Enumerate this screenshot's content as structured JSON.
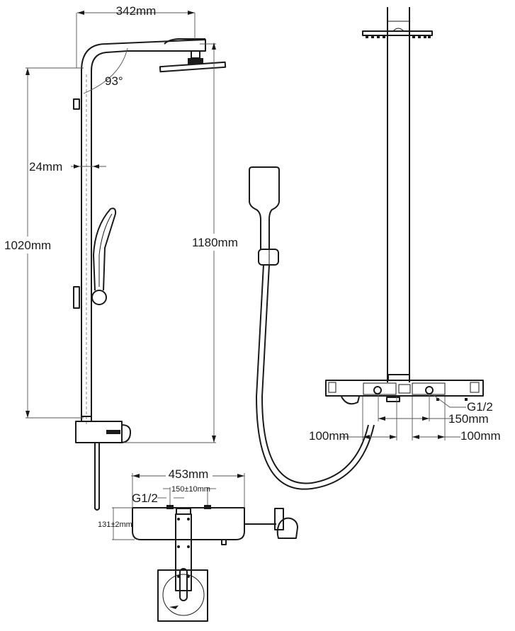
{
  "title": "Shower column technical drawing",
  "dimensions": {
    "arm_reach": "342mm",
    "arm_angle": "93°",
    "pipe_diameter": "24mm",
    "slide_rail_height": "1020mm",
    "total_height": "1180mm",
    "thermostat_width": "453mm",
    "inlet_spacing_tolerance": "150±10mm",
    "inlet_thread_bottom": "G1/2",
    "thermostat_depth": "131±2mm",
    "inlet_thread_right": "G1/2",
    "inlet_spacing": "150mm",
    "bracket_left": "100mm",
    "bracket_right": "100mm"
  },
  "views": [
    "side-view",
    "front-view",
    "hand-shower",
    "thermostat-top-view"
  ],
  "colors": {
    "line": "#1a1a1a",
    "dimension": "#555555",
    "background": "#ffffff"
  }
}
